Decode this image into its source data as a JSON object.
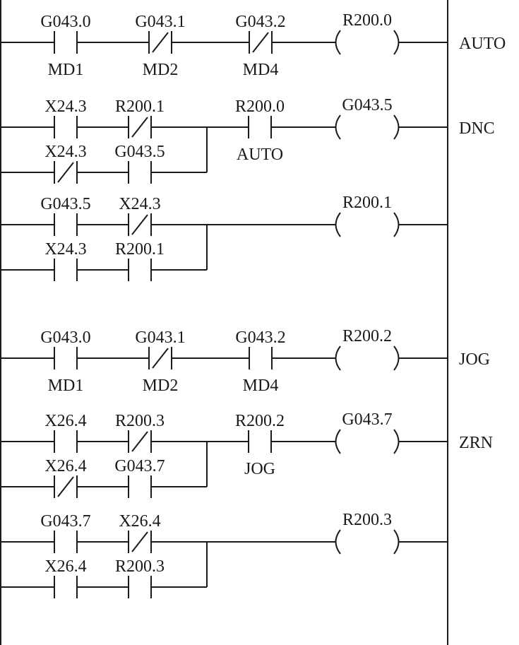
{
  "title": "PLC ladder diagram: operating mode selection (AUTO / DNC / JOG / ZRN)",
  "colors": {
    "line": "#1a1a1a",
    "background": "#ffffff"
  },
  "rungs": [
    {
      "id": "rung-auto",
      "side_label": "AUTO",
      "main": [
        {
          "type": "NO",
          "top": "G043.0",
          "bottom": "MD1"
        },
        {
          "type": "NC",
          "top": "G043.1",
          "bottom": "MD2"
        },
        {
          "type": "NC",
          "top": "G043.2",
          "bottom": "MD4"
        }
      ],
      "branch": [],
      "after": [],
      "coil": "R200.0"
    },
    {
      "id": "rung-dnc",
      "side_label": "DNC",
      "main": [
        {
          "type": "NO",
          "top": "X24.3",
          "bottom": ""
        },
        {
          "type": "NC",
          "top": "R200.1",
          "bottom": ""
        }
      ],
      "branch": [
        {
          "type": "NC",
          "top": "X24.3",
          "bottom": ""
        },
        {
          "type": "NO",
          "top": "G043.5",
          "bottom": ""
        }
      ],
      "after": [
        {
          "type": "NO",
          "top": "R200.0",
          "bottom": "AUTO"
        }
      ],
      "coil": "G043.5"
    },
    {
      "id": "rung-r2001",
      "side_label": "",
      "main": [
        {
          "type": "NO",
          "top": "G043.5",
          "bottom": ""
        },
        {
          "type": "NC",
          "top": "X24.3",
          "bottom": ""
        }
      ],
      "branch": [
        {
          "type": "NO",
          "top": "X24.3",
          "bottom": ""
        },
        {
          "type": "NO",
          "top": "R200.1",
          "bottom": ""
        }
      ],
      "after": [],
      "coil": "R200.1"
    },
    {
      "id": "rung-jog",
      "side_label": "JOG",
      "main": [
        {
          "type": "NO",
          "top": "G043.0",
          "bottom": "MD1"
        },
        {
          "type": "NC",
          "top": "G043.1",
          "bottom": "MD2"
        },
        {
          "type": "NO",
          "top": "G043.2",
          "bottom": "MD4"
        }
      ],
      "branch": [],
      "after": [],
      "coil": "R200.2"
    },
    {
      "id": "rung-zrn",
      "side_label": "ZRN",
      "main": [
        {
          "type": "NO",
          "top": "X26.4",
          "bottom": ""
        },
        {
          "type": "NC",
          "top": "R200.3",
          "bottom": ""
        }
      ],
      "branch": [
        {
          "type": "NC",
          "top": "X26.4",
          "bottom": ""
        },
        {
          "type": "NO",
          "top": "G043.7",
          "bottom": ""
        }
      ],
      "after": [
        {
          "type": "NO",
          "top": "R200.2",
          "bottom": "JOG"
        }
      ],
      "coil": "G043.7"
    },
    {
      "id": "rung-r2003",
      "side_label": "",
      "main": [
        {
          "type": "NO",
          "top": "G043.7",
          "bottom": ""
        },
        {
          "type": "NC",
          "top": "X26.4",
          "bottom": ""
        }
      ],
      "branch": [
        {
          "type": "NO",
          "top": "X26.4",
          "bottom": ""
        },
        {
          "type": "NO",
          "top": "R200.3",
          "bottom": ""
        }
      ],
      "after": [],
      "coil": "R200.3"
    }
  ]
}
